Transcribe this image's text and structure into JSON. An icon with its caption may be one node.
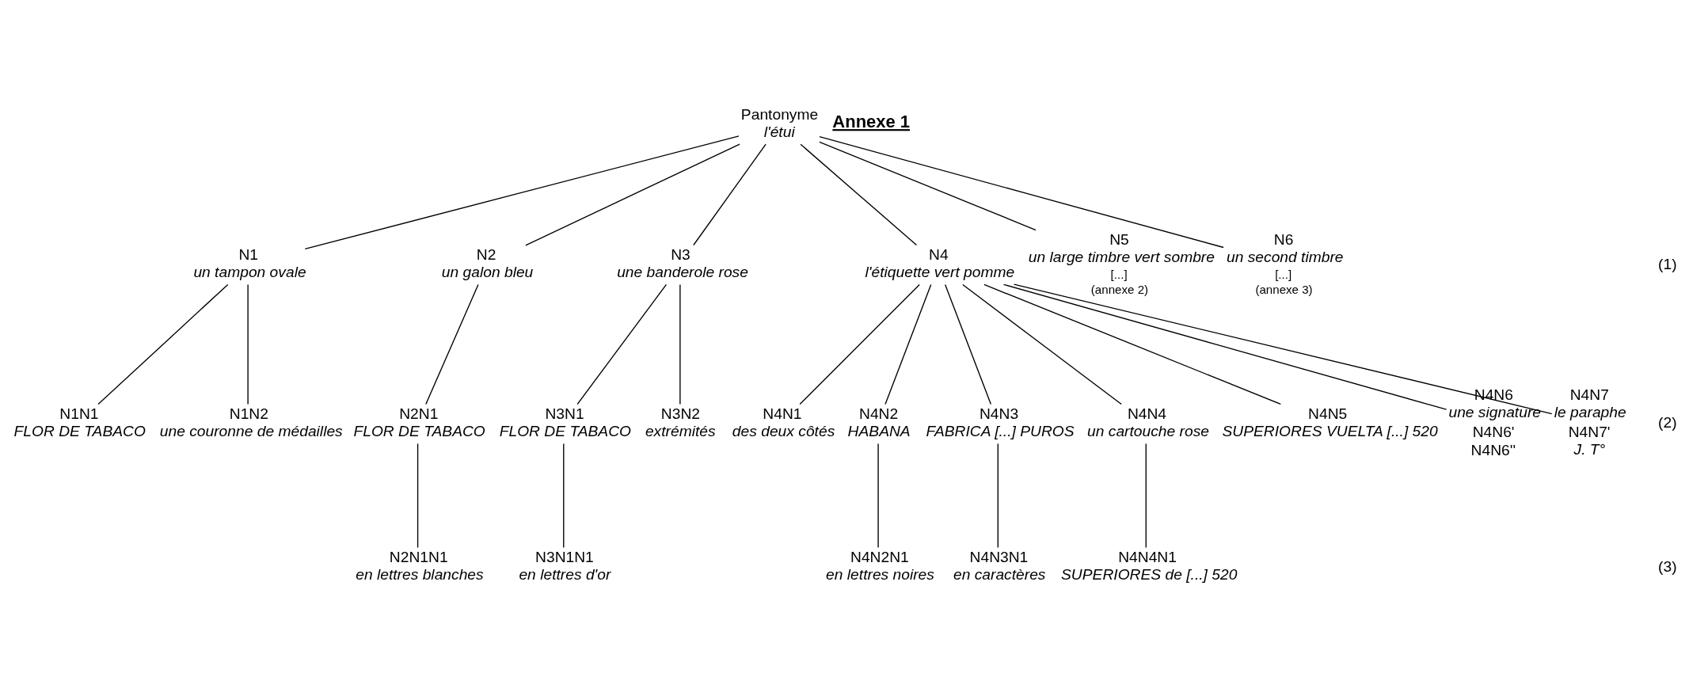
{
  "diagram": {
    "nodes": [
      {
        "text": [
          "Pantonyme",
          "l'étui"
        ]
      },
      {
        "text": [
          "N1",
          "un tampon ovale"
        ]
      },
      {
        "text": [
          "N2",
          "un galon bleu"
        ]
      },
      {
        "text": [
          "N3",
          "une banderole rose"
        ]
      },
      {
        "text": [
          "N4",
          "l'étiquette vert pomme"
        ]
      },
      {
        "text": [
          "N5",
          "un large timbre vert sombre",
          "[...]",
          "(annexe 2)"
        ]
      },
      {
        "text": [
          "N6",
          "un second timbre",
          "[...]",
          "(annexe 3)"
        ]
      },
      {
        "text": [
          "N1N1",
          "FLOR DE TABACO"
        ]
      },
      {
        "text": [
          "N1N2",
          "une couronne de médailles"
        ]
      },
      {
        "text": [
          "N2N1",
          "FLOR DE TABACO"
        ]
      },
      {
        "text": [
          "N3N1",
          "FLOR DE TABACO"
        ]
      },
      {
        "text": [
          "N3N2",
          "extrémités"
        ]
      },
      {
        "text": [
          "N4N1",
          "des deux côtés"
        ]
      },
      {
        "text": [
          "N4N2",
          "HABANA"
        ]
      },
      {
        "text": [
          "N4N3",
          "FABRICA [...] PUROS"
        ]
      },
      {
        "text": [
          "N4N4",
          "un cartouche rose"
        ]
      },
      {
        "text": [
          "N4N5",
          "SUPERIORES VUELTA [...] 520"
        ]
      },
      {
        "text": [
          "N4N6",
          "une signature",
          "N4N6'",
          "N4N6''"
        ]
      },
      {
        "text": [
          "N4N7",
          "le paraphe",
          "N4N7'",
          "J. T°"
        ]
      },
      {
        "text": [
          "N2N1N1",
          "en lettres blanches"
        ]
      },
      {
        "text": [
          "N3N1N1",
          "en lettres d'or"
        ]
      },
      {
        "text": [
          "N4N2N1",
          "en lettres noires"
        ]
      },
      {
        "text": [
          "N4N3N1",
          "en caractères"
        ]
      },
      {
        "text": [
          "N4N4N1",
          "SUPERIORES de [...] 520"
        ]
      }
    ],
    "edges": [
      {
        "from": 0,
        "to": 1,
        "arrow": "none"
      },
      {
        "from": 0,
        "to": 2,
        "arrow": "none"
      },
      {
        "from": 0,
        "to": 3,
        "arrow": "none"
      },
      {
        "from": 0,
        "to": 4,
        "arrow": "none"
      },
      {
        "from": 0,
        "to": 5,
        "arrow": "none"
      },
      {
        "from": 0,
        "to": 6,
        "arrow": "none"
      },
      {
        "from": 1,
        "to": 7,
        "arrow": "none"
      },
      {
        "from": 1,
        "to": 8,
        "arrow": "none"
      },
      {
        "from": 2,
        "to": 9,
        "arrow": "none"
      },
      {
        "from": 3,
        "to": 10,
        "arrow": "none"
      },
      {
        "from": 3,
        "to": 11,
        "arrow": "none"
      },
      {
        "from": 4,
        "to": 12,
        "arrow": "none"
      },
      {
        "from": 4,
        "to": 13,
        "arrow": "none"
      },
      {
        "from": 4,
        "to": 14,
        "arrow": "none"
      },
      {
        "from": 4,
        "to": 15,
        "arrow": "none"
      },
      {
        "from": 4,
        "to": 16,
        "arrow": "none"
      },
      {
        "from": 4,
        "to": 17,
        "arrow": "none"
      },
      {
        "from": 4,
        "to": 18,
        "arrow": "none"
      },
      {
        "from": 9,
        "to": 19,
        "arrow": "none"
      },
      {
        "from": 10,
        "to": 20,
        "arrow": "none"
      },
      {
        "from": 13,
        "to": 21,
        "arrow": "none"
      },
      {
        "from": 14,
        "to": 22,
        "arrow": "none"
      },
      {
        "from": 15,
        "to": 23,
        "arrow": "none"
      }
    ],
    "labels": [
      "Annexe 1",
      "(1)",
      "(2)",
      "(3)"
    ]
  }
}
